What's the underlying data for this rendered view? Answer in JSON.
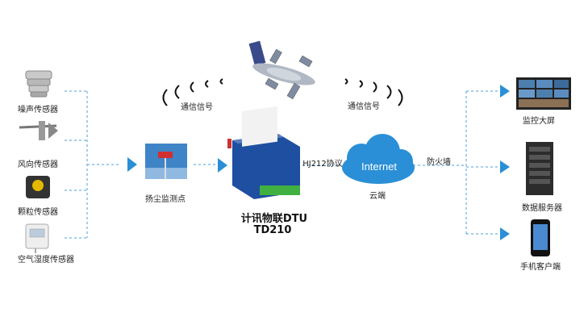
{
  "sensors": [
    {
      "label": "噪声传感器",
      "icon": "noise-sensor-icon"
    },
    {
      "label": "风向传感器",
      "icon": "wind-direction-sensor-icon"
    },
    {
      "label": "颗粒传感器",
      "icon": "particle-sensor-icon"
    },
    {
      "label": "空气湿度传感器",
      "icon": "humidity-sensor-icon"
    }
  ],
  "monitoring_point": {
    "label": "扬尘监测点",
    "icon": "dust-monitor-station-icon"
  },
  "dtu": {
    "title_line1": "计讯物联DTU",
    "title_line2": "TD210",
    "icon": "dtu-device-icon"
  },
  "satellite": {
    "icon": "satellite-icon"
  },
  "signal_left": "通信信号",
  "signal_right": "通信信号",
  "protocol": "HJ212协议",
  "cloud": {
    "text": "Internet",
    "label": "云端",
    "color": "#2a8fd6"
  },
  "firewall": "防火墙",
  "endpoints": [
    {
      "label": "监控大屏",
      "icon": "monitor-wall-icon"
    },
    {
      "label": "数据服务器",
      "icon": "server-rack-icon"
    },
    {
      "label": "手机客户端",
      "icon": "mobile-phone-icon"
    }
  ],
  "colors": {
    "arrow": "#2a8fd6",
    "dash": "#4a9fd8"
  }
}
